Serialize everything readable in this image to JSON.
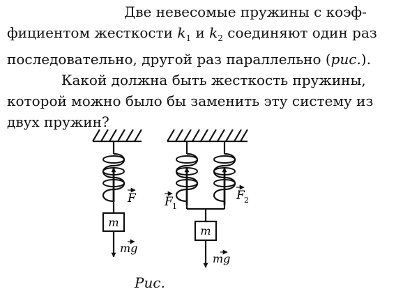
{
  "problem": {
    "line1": "Две невесомые пружины с коэф-",
    "line2_a": "фициентом жесткости ",
    "k1_base": "k",
    "k1_sub": "1",
    "line2_b": " и ",
    "k2_base": "k",
    "k2_sub": "2",
    "line2_c": " соединяют один раз",
    "line3_a": "последовательно, другой раз параллельно (",
    "line3_ref": "рис.",
    "line3_b": ").",
    "line4": "Какой должна быть жесткость пружины,",
    "line5": "которой можно было бы заменить эту систему из",
    "line6": "двух пружин?"
  },
  "figure": {
    "mass_label": "m",
    "force_label": "F",
    "force1_label": "F",
    "force1_sub": "1",
    "force2_label": "F",
    "force2_sub": "2",
    "weight_label": "mg",
    "caption": "Рис."
  }
}
